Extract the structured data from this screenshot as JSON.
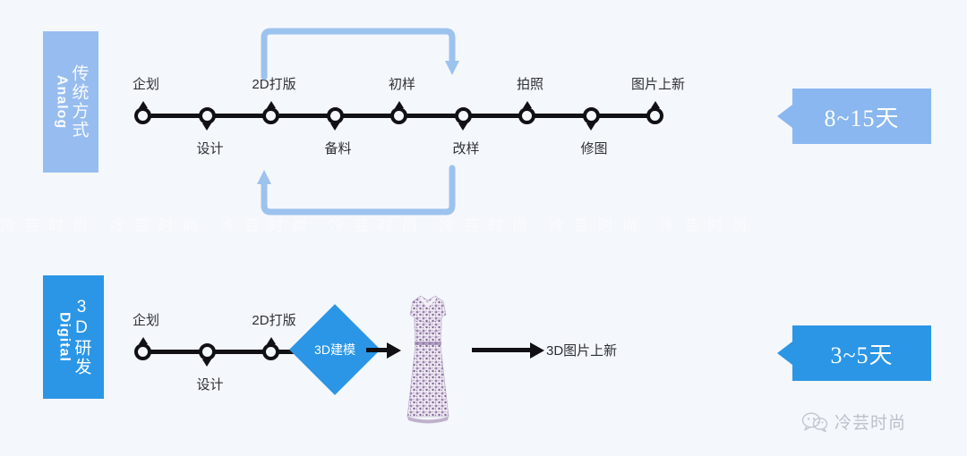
{
  "meta": {
    "background_color": "#f4f7fc",
    "watermark_band_text": "冷芸时尚  冷芸时尚  冷芸时尚  冷芸时尚  冷芸时尚  冷芸时尚  冷芸时尚"
  },
  "rows": {
    "analog": {
      "side_label_cjk": "传统方式",
      "side_label_latin": "Analog",
      "side_label_color": "#97bdf0",
      "nodes": [
        {
          "label": "企划",
          "position": "above"
        },
        {
          "label": "设计",
          "position": "below"
        },
        {
          "label": "2D打版",
          "position": "above"
        },
        {
          "label": "备料",
          "position": "below"
        },
        {
          "label": "初样",
          "position": "above"
        },
        {
          "label": "改样",
          "position": "below"
        },
        {
          "label": "拍照",
          "position": "above"
        },
        {
          "label": "修图",
          "position": "below"
        },
        {
          "label": "图片上新",
          "position": "above"
        }
      ],
      "loop_top_from": "2D打版",
      "loop_top_to": "初样",
      "loop_bottom_from": "改样",
      "loop_bottom_to": "2D打版",
      "loop_color": "#9cc2ee",
      "callout": {
        "text": "8~15天",
        "color": "#8ab7ef"
      }
    },
    "digital": {
      "side_label_cjk": "3D研发",
      "side_label_latin": "Digital",
      "side_label_color": "#2b96e6",
      "nodes": [
        {
          "label": "企划",
          "position": "above"
        },
        {
          "label": "设计",
          "position": "below"
        },
        {
          "label": "2D打版",
          "position": "above"
        }
      ],
      "diamond_label": "3D建模",
      "diamond_color": "#2b96e6",
      "garment_alt": "印花连衣裙",
      "final_label": "3D图片上新",
      "callout": {
        "text": "3~5天",
        "color": "#2b96e6"
      }
    }
  },
  "brand": {
    "name": "冷芸时尚",
    "icon": "wechat-bubble-icon"
  }
}
